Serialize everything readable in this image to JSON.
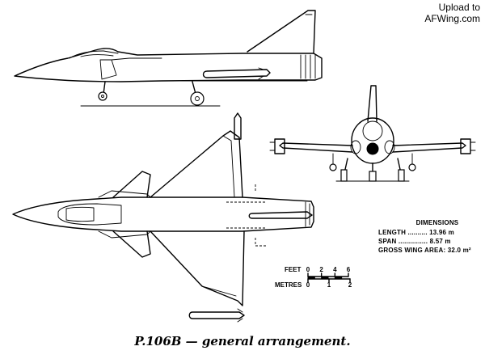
{
  "watermark": {
    "line1": "Upload to",
    "line2": "AFWing.com"
  },
  "dimensions": {
    "title": "DIMENSIONS",
    "length": "LENGTH .......... 13.96 m",
    "span": "SPAN ............... 8.57 m",
    "area": "GROSS WING AREA: 32.0 m²"
  },
  "scale": {
    "feet_label": "FEET",
    "feet_ticks": [
      "0",
      "2",
      "4",
      "6"
    ],
    "metres_label": "METRES",
    "metres_ticks": [
      "0",
      "1",
      "2"
    ]
  },
  "caption": "P.106B — general arrangement."
}
